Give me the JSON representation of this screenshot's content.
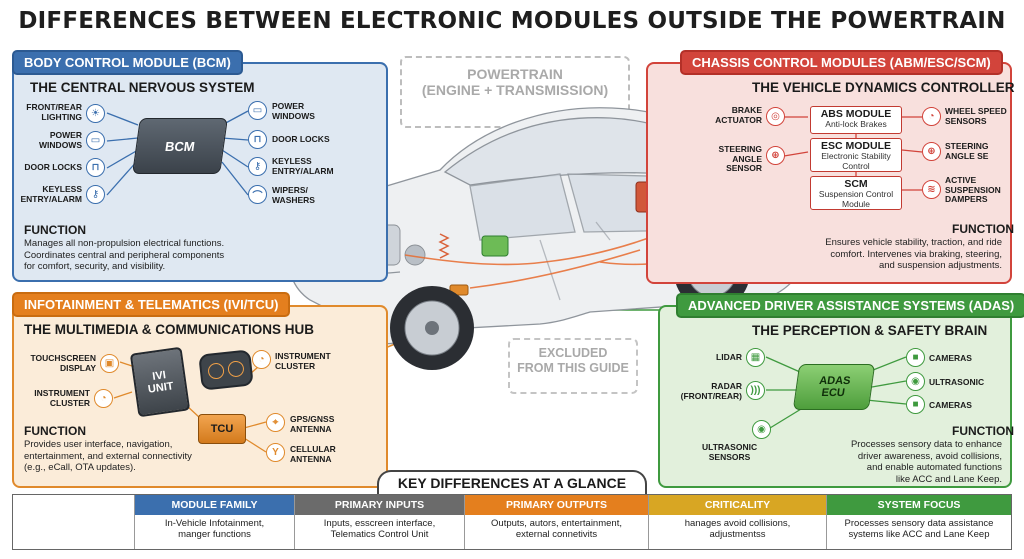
{
  "title": "DIFFERENCES BETWEEN ELECTRONIC MODULES OUTSIDE THE POWERTRAIN",
  "powertrain": {
    "line1": "POWERTRAIN",
    "line2": "(ENGINE + TRANSMISSION)"
  },
  "excluded": {
    "line1": "EXCLUDED",
    "line2": "FROM THIS GUIDE"
  },
  "bcm": {
    "tag": "BODY CONTROL MODULE (BCM)",
    "subtitle": "THE CENTRAL NERVOUS SYSTEM",
    "device_label": "BCM",
    "left_items": [
      {
        "line1": "FRONT/REAR",
        "line2": "LIGHTING",
        "icon": "headlight-icon"
      },
      {
        "line1": "POWER",
        "line2": "WINDOWS",
        "icon": "window-icon"
      },
      {
        "line1": "DOOR LOCKS",
        "line2": "",
        "icon": "lock-icon"
      },
      {
        "line1": "KEYLESS",
        "line2": "ENTRY/ALARM",
        "icon": "key-icon"
      }
    ],
    "right_items": [
      {
        "line1": "POWER",
        "line2": "WINDOWS",
        "icon": "window-icon"
      },
      {
        "line1": "DOOR LOCKS",
        "line2": "",
        "icon": "lock-icon"
      },
      {
        "line1": "KEYLESS",
        "line2": "ENTRY/ALARM",
        "icon": "key-icon"
      },
      {
        "line1": "WIPERS/",
        "line2": "WASHERS",
        "icon": "wiper-icon"
      }
    ],
    "function_title": "FUNCTION",
    "function_lines": [
      "Manages all non-propulsion electrical functions.",
      "Coordinates central and peripheral components",
      "for comfort, security, and visibility."
    ]
  },
  "ivi": {
    "tag": "INFOTAINMENT & TELEMATICS (IVI/TCU)",
    "subtitle": "THE MULTIMEDIA & COMMUNICATIONS HUB",
    "unit_line1": "IVI",
    "unit_line2": "UNIT",
    "tcu_label": "TCU",
    "labels": {
      "touchscreen": [
        "TOUCHSCREEN",
        "DISPLAY"
      ],
      "instrument_left": [
        "INSTRUMENT",
        "CLUSTER"
      ],
      "instrument_right": [
        "INSTRUMENT",
        "CLUSTER"
      ],
      "gps": [
        "GPS/GNSS",
        "ANTENNA"
      ],
      "cellular": [
        "CELLULAR",
        "ANTENNA"
      ]
    },
    "function_title": "FUNCTION",
    "function_lines": [
      "Provides user interface, navigation,",
      "entertainment, and external connectivity",
      "(e.g., eCall, OTA updates)."
    ]
  },
  "chassis": {
    "tag": "CHASSIS CONTROL MODULES (ABM/ESC/SCM)",
    "subtitle": "THE VEHICLE DYNAMICS CONTROLLER",
    "modules": [
      {
        "title": "ABS MODULE",
        "sub1": "Anti-lock Brakes",
        "sub2": ""
      },
      {
        "title": "ESC MODULE",
        "sub1": "Electronic Stability",
        "sub2": "Control"
      },
      {
        "title": "SCM",
        "sub1": "Suspension Control",
        "sub2": "Module"
      }
    ],
    "left_labels": [
      [
        "BRAKE",
        "ACTUATOR"
      ],
      [
        "STEERING",
        "ANGLE",
        "SENSOR"
      ]
    ],
    "right_labels": [
      [
        "WHEEL SPEED",
        "SENSORS"
      ],
      [
        "STEERING",
        "ANGLE SE"
      ],
      [
        "ACTIVE",
        "SUSPENSION",
        "DAMPERS"
      ]
    ],
    "function_title": "FUNCTION",
    "function_lines": [
      "Ensures vehicle stability, traction, and ride",
      "comfort. Intervenes via braking, steering,",
      "and suspension adjustments."
    ]
  },
  "adas": {
    "tag": "ADVANCED DRIVER ASSISTANCE SYSTEMS (ADAS)",
    "subtitle": "THE PERCEPTION & SAFETY BRAIN",
    "ecu_line1": "ADAS",
    "ecu_line2": "ECU",
    "left_labels": [
      [
        "LIDAR"
      ],
      [
        "RADAR",
        "(FRONT/REAR)"
      ],
      [
        "ULTRASONIC",
        "SENSORS"
      ]
    ],
    "right_labels": [
      [
        "CAMERAS"
      ],
      [
        "ULTRASONIC"
      ],
      [
        "CAMERAS"
      ]
    ],
    "function_title": "FUNCTION",
    "function_lines": [
      "Processes sensory data to enhance",
      "driver awareness, avoid collisions,",
      "and enable automated functions",
      "like ACC and Lane Keep."
    ]
  },
  "key_differences": {
    "title": "KEY DIFFERENCES AT A GLANCE",
    "columns": [
      {
        "header": "",
        "color": "#ffffff",
        "cell": [
          "",
          ""
        ]
      },
      {
        "header": "MODULE FAMILY",
        "color": "#3b6fae",
        "cell": [
          "In-Vehicle Infotainment,",
          "manger functions"
        ]
      },
      {
        "header": "PRIMARY INPUTS",
        "color": "#6b6b6b",
        "cell": [
          "Inputs, esscreen interface,",
          "Telematics Control Unit"
        ]
      },
      {
        "header": "PRIMARY OUTPUTS",
        "color": "#e47f1e",
        "cell": [
          "Outputs, autors, entertainment,",
          "external connetivits"
        ]
      },
      {
        "header": "CRITICALITY",
        "color": "#d8a623",
        "cell": [
          "hanages avoid collisions,",
          "adjustmentss"
        ]
      },
      {
        "header": "SYSTEM FOCUS",
        "color": "#3f9a3f",
        "cell": [
          "Processes sensory data assistance",
          "systems like ACC and Lane Keep"
        ]
      }
    ]
  }
}
